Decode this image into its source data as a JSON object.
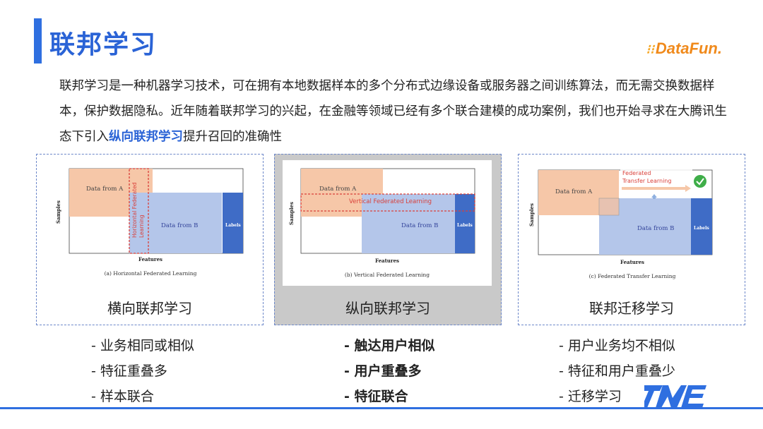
{
  "title": "联邦学习",
  "logo": "DataFun.",
  "paragraph": {
    "before": "联邦学习是一种机器学习技术，可在拥有本地数据样本的多个分布式边缘设备或服务器之间训练算法，而无需交换数据样本，保护数据隐私。近年随着联邦学习的兴起，在金融等领域已经有多个联合建模的成功案例，我们也开始寻求在大腾讯生态下引入",
    "highlight": "纵向联邦学习",
    "after": "提升召回的准确性"
  },
  "panels": [
    {
      "label": "横向联邦学习",
      "figure": {
        "data_a": "Data from A",
        "data_b": "Data from B",
        "labels": "Labels",
        "overlay": "Horizontal Federated Learning",
        "features": "Features",
        "samples": "Samples",
        "caption": "(a) Horizontal Federated Learning"
      },
      "bullets": [
        "- 业务相同或相似",
        "- 特征重叠多",
        "- 样本联合"
      ]
    },
    {
      "label": "纵向联邦学习",
      "figure": {
        "data_a": "Data from A",
        "data_b": "Data from B",
        "labels": "Labels",
        "overlay": "Vertical Federated Learning",
        "features": "Features",
        "samples": "Samples",
        "caption": "(b) Vertical Federated Learning"
      },
      "bullets": [
        "- 触达用户相似",
        "- 用户重叠多",
        "- 特征联合"
      ]
    },
    {
      "label": "联邦迁移学习",
      "figure": {
        "data_a": "Data from A",
        "data_b": "Data from B",
        "labels": "Labels",
        "overlay_1": "Federated",
        "overlay_2": "Transfer Learning",
        "features": "Features",
        "samples": "Samples",
        "caption": "(c) Federated Transfer Learning"
      },
      "bullets": [
        "- 用户业务均不相似",
        "- 特征和用户重叠少",
        "- 迁移学习"
      ]
    }
  ],
  "colors": {
    "accent": "#2f6fe0",
    "data_a": "#f6c7a8",
    "data_b": "#b4c6ea",
    "labels": "#3f6cc6",
    "overlay": "#d9403a"
  },
  "icons": {
    "logo_dots": "dots-icon",
    "tme": "tme-logo-icon",
    "check": "check-circle-icon"
  }
}
